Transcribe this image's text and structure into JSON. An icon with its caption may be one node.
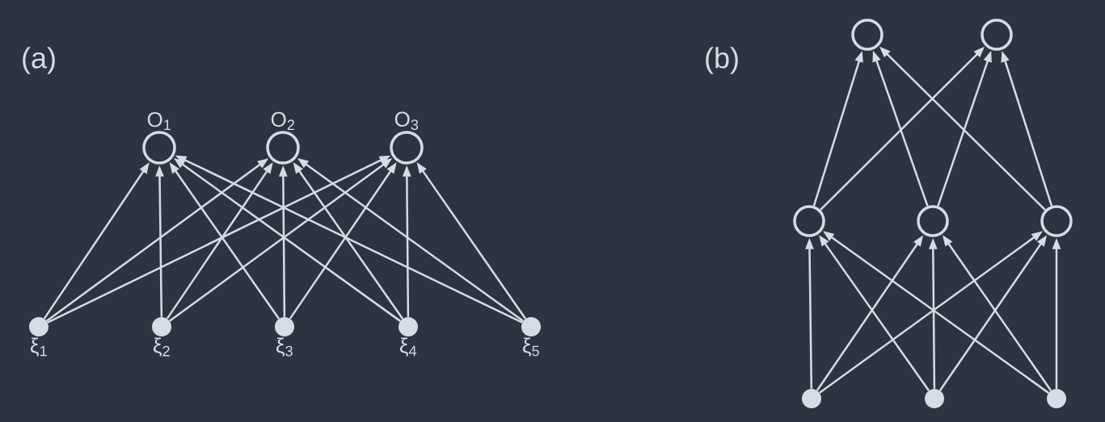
{
  "diagram": {
    "nodes": [
      {
        "text": [
          "O$_{1}$"
        ]
      },
      {
        "text": [
          "O$_{2}$"
        ]
      },
      {
        "text": [
          "O$_{3}$"
        ]
      },
      {
        "text": [
          "ξ$_{1}$"
        ]
      },
      {
        "text": [
          "ξ$_{2}$"
        ]
      },
      {
        "text": [
          "ξ$_{3}$"
        ]
      },
      {
        "text": [
          "ξ$_{4}$"
        ]
      },
      {
        "text": [
          "ξ$_{5}$"
        ]
      },
      {
        "text": [],
        "shape": "circle"
      },
      {
        "text": [],
        "shape": "circle"
      },
      {
        "text": [],
        "shape": "circle"
      },
      {
        "text": [],
        "shape": "circle"
      },
      {
        "text": [],
        "shape": "circle"
      },
      {
        "text": [],
        "shape": "circle"
      },
      {
        "text": [],
        "shape": "circle"
      },
      {
        "text": [],
        "shape": "circle"
      }
    ],
    "edges": [
      {
        "from": 3,
        "to": 0,
        "arrow": "to"
      },
      {
        "from": 3,
        "to": 1,
        "arrow": "to"
      },
      {
        "from": 3,
        "to": 2,
        "arrow": "to"
      },
      {
        "from": 4,
        "to": 0,
        "arrow": "to"
      },
      {
        "from": 4,
        "to": 1,
        "arrow": "to"
      },
      {
        "from": 4,
        "to": 2,
        "arrow": "to"
      },
      {
        "from": 5,
        "to": 0,
        "arrow": "to"
      },
      {
        "from": 5,
        "to": 1,
        "arrow": "to"
      },
      {
        "from": 5,
        "to": 2,
        "arrow": "to"
      },
      {
        "from": 6,
        "to": 0,
        "arrow": "to"
      },
      {
        "from": 6,
        "to": 1,
        "arrow": "to"
      },
      {
        "from": 6,
        "to": 2,
        "arrow": "to"
      },
      {
        "from": 7,
        "to": 0,
        "arrow": "to"
      },
      {
        "from": 7,
        "to": 1,
        "arrow": "to"
      },
      {
        "from": 7,
        "to": 2,
        "arrow": "to"
      },
      {
        "from": 10,
        "to": 8,
        "arrow": "to"
      },
      {
        "from": 10,
        "to": 9,
        "arrow": "to"
      },
      {
        "from": 11,
        "to": 8,
        "arrow": "to"
      },
      {
        "from": 11,
        "to": 9,
        "arrow": "to"
      },
      {
        "from": 12,
        "to": 8,
        "arrow": "to"
      },
      {
        "from": 12,
        "to": 9,
        "arrow": "to"
      },
      {
        "from": 13,
        "to": 10,
        "arrow": "to"
      },
      {
        "from": 13,
        "to": 11,
        "arrow": "to"
      },
      {
        "from": 13,
        "to": 12,
        "arrow": "to"
      },
      {
        "from": 14,
        "to": 10,
        "arrow": "to"
      },
      {
        "from": 14,
        "to": 11,
        "arrow": "to"
      },
      {
        "from": 14,
        "to": 12,
        "arrow": "to"
      },
      {
        "from": 15,
        "to": 10,
        "arrow": "to"
      },
      {
        "from": 15,
        "to": 11,
        "arrow": "to"
      },
      {
        "from": 15,
        "to": 12,
        "arrow": "to"
      }
    ],
    "labels": [
      "(a)",
      "(b)"
    ]
  }
}
